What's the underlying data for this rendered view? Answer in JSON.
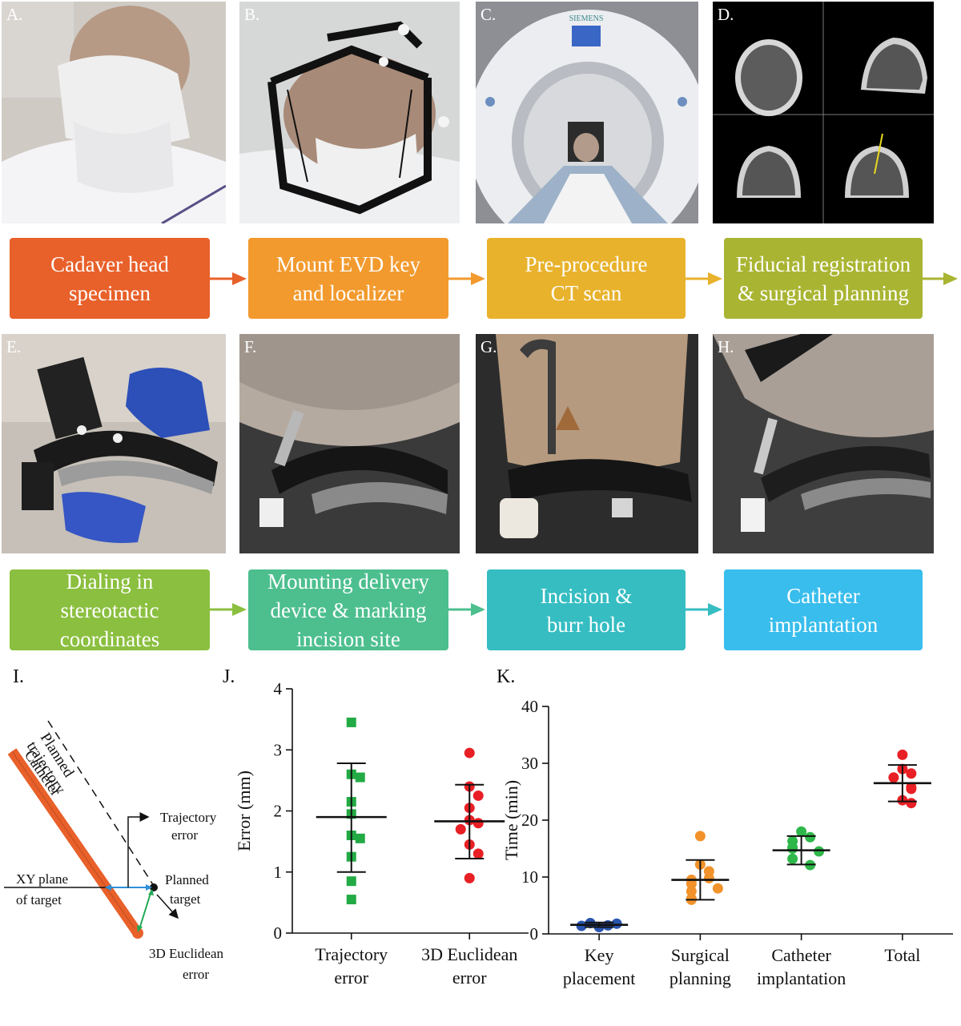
{
  "photos": [
    {
      "label": "A."
    },
    {
      "label": "B."
    },
    {
      "label": "C."
    },
    {
      "label": "D."
    },
    {
      "label": "E."
    },
    {
      "label": "F."
    },
    {
      "label": "G."
    },
    {
      "label": "H."
    }
  ],
  "scanner_brand": "SIEMENS",
  "steps_row1": [
    {
      "text": "Cadaver head\nspecimen",
      "color": "#e8602a"
    },
    {
      "text": "Mount EVD key\nand localizer",
      "color": "#f29a2e"
    },
    {
      "text": "Pre-procedure\nCT scan",
      "color": "#e8b22c"
    },
    {
      "text": "Fiducial registration\n& surgical planning",
      "color": "#a9b532"
    }
  ],
  "steps_row2": [
    {
      "text": "Dialing in\nstereotactic\ncoordinates",
      "color": "#8bbf3f"
    },
    {
      "text": "Mounting delivery\ndevice & marking\nincision site",
      "color": "#4dbf8f"
    },
    {
      "text": "Incision &\nburr hole",
      "color": "#35bdc2"
    },
    {
      "text": "Catheter\nimplantation",
      "color": "#38bdec"
    }
  ],
  "panel_i": {
    "letter": "I.",
    "planned_trajectory": [
      "Planned",
      "trajectory"
    ],
    "catheter": "Catheter",
    "trajectory_error": [
      "Trajectory",
      "error"
    ],
    "xy_plane": [
      "XY plane",
      "of target"
    ],
    "planned_target": [
      "Planned",
      "target"
    ],
    "euclidean_error": [
      "3D Euclidean",
      "error"
    ]
  },
  "chart_data": [
    {
      "panel": "J.",
      "type": "scatter",
      "ylabel": "Error (mm)",
      "ylim": [
        0,
        4
      ],
      "yticks": [
        0,
        1,
        2,
        3,
        4
      ],
      "categories": [
        "Trajectory\nerror",
        "3D Euclidean\nerror"
      ],
      "series": [
        {
          "color": "#22aa44",
          "marker": "square",
          "points": [
            3.45,
            2.6,
            2.55,
            2.15,
            1.95,
            1.6,
            1.55,
            1.25,
            0.85,
            0.55
          ],
          "mean": 1.9,
          "sd_low": 1.0,
          "sd_high": 2.78
        },
        {
          "color": "#e82025",
          "marker": "circle",
          "points": [
            2.95,
            2.4,
            2.25,
            2.05,
            1.85,
            1.8,
            1.7,
            1.45,
            1.3,
            0.9
          ],
          "mean": 1.83,
          "sd_low": 1.22,
          "sd_high": 2.43
        }
      ]
    },
    {
      "panel": "K.",
      "type": "scatter",
      "ylabel": "Time (min)",
      "ylim": [
        0,
        40
      ],
      "yticks": [
        0,
        10,
        20,
        30,
        40
      ],
      "categories": [
        "Key\nplacement",
        "Surgical\nplanning",
        "Catheter\nimplantation",
        "Total"
      ],
      "series": [
        {
          "color": "#2a55b0",
          "points": [
            1.2,
            1.5,
            1.9,
            1.8,
            1.4
          ],
          "mean": 1.6,
          "sd_low": 1.2,
          "sd_high": 2.0
        },
        {
          "color": "#f2922a",
          "points": [
            17.2,
            12.2,
            11.0,
            9.8,
            9.5,
            8.8,
            8.0,
            7.5,
            6.2,
            6.0
          ],
          "mean": 9.5,
          "sd_low": 6.0,
          "sd_high": 13.0
        },
        {
          "color": "#2fb84a",
          "points": [
            18.0,
            17.0,
            16.3,
            15.2,
            15.0,
            14.5,
            13.2,
            12.1
          ],
          "mean": 14.7,
          "sd_low": 12.2,
          "sd_high": 17.2
        },
        {
          "color": "#e82025",
          "points": [
            31.5,
            29.0,
            28.2,
            27.5,
            25.8,
            25.5,
            23.5,
            23.0
          ],
          "mean": 26.5,
          "sd_low": 23.3,
          "sd_high": 29.7
        }
      ]
    }
  ]
}
